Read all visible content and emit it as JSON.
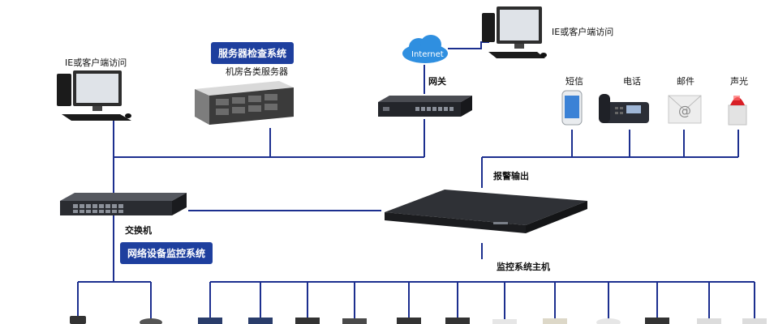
{
  "colors": {
    "wire": "#1c2f8f",
    "badge": "#1e3f9e",
    "device_dark": "#2b2d31"
  },
  "labels": {
    "pc_left": "IE或客户端访问",
    "pc_right": "IE或客户端访问",
    "server_badge": "服务器检查系统",
    "server_caption": "机房各类服务器",
    "cloud": "Internet",
    "gateway": "网关",
    "sms": "短信",
    "phone": "电话",
    "mail": "邮件",
    "alarm": "声光",
    "alarm_output": "报警输出",
    "switch": "交换机",
    "network_badge": "网络设备监控系统",
    "host": "监控系统主机"
  },
  "icons": [
    "desktop-pc-icon",
    "rack-server-icon",
    "cloud-icon",
    "gateway-router-icon",
    "mobile-phone-icon",
    "desk-telephone-icon",
    "mail-envelope-icon",
    "strobe-siren-icon",
    "network-switch-icon",
    "monitoring-host-icon"
  ]
}
